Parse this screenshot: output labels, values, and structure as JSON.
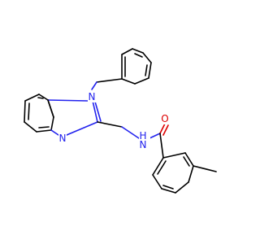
{
  "molecule": {
    "atoms": {
      "n1": "N",
      "n3": "N",
      "n_amide": "N",
      "h_amide": "H",
      "o_carbonyl": "O"
    },
    "colors": {
      "carbon_bonds": "#000000",
      "nitrogen": "#2222ee",
      "oxygen": "#dd0000",
      "background": "#ffffff"
    }
  }
}
